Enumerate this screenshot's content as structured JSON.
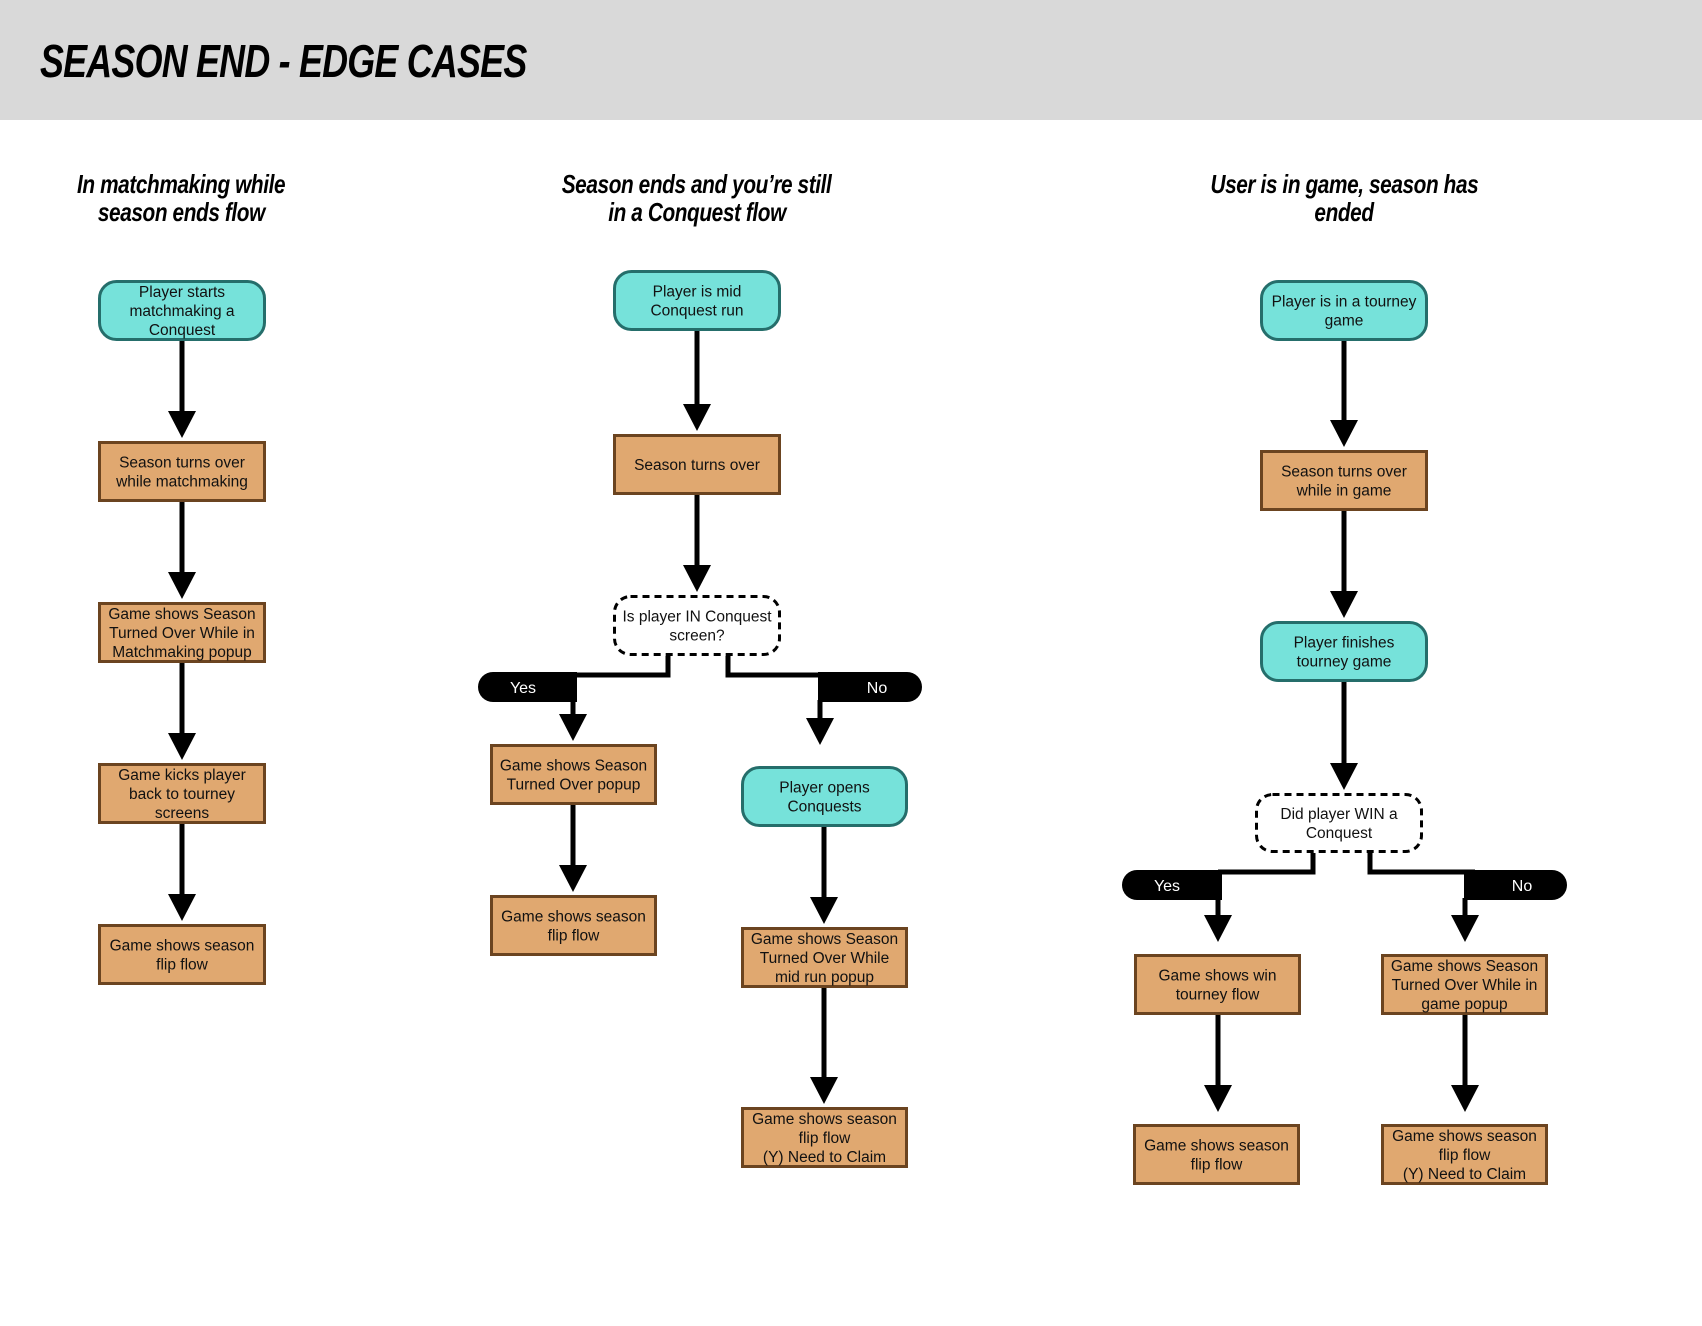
{
  "header": {
    "title": "SEASON END - EDGE CASES"
  },
  "colors": {
    "header_bg": "#D9D9D9",
    "start_fill": "#76E2DA",
    "start_border": "#256E6B",
    "step_fill": "#E0A870",
    "step_border": "#6B4420",
    "decision_fill": "#FFFFFF",
    "decision_border": "#000000",
    "connector": "#000000"
  },
  "flows": [
    {
      "id": "matchmaking",
      "heading": [
        "In matchmaking while",
        "season ends flow"
      ],
      "nodes": [
        {
          "id": "c1n1",
          "type": "start",
          "lines": [
            "Player starts",
            "matchmaking a",
            "Conquest"
          ]
        },
        {
          "id": "c1n2",
          "type": "step",
          "lines": [
            "Season turns over",
            "while matchmaking"
          ]
        },
        {
          "id": "c1n3",
          "type": "step",
          "lines": [
            "Game shows Season",
            "Turned Over While in",
            "Matchmaking popup"
          ]
        },
        {
          "id": "c1n4",
          "type": "step",
          "lines": [
            "Game kicks player",
            "back to tourney",
            "screens"
          ]
        },
        {
          "id": "c1n5",
          "type": "step",
          "lines": [
            "Game shows season",
            "flip flow"
          ]
        }
      ],
      "branches": []
    },
    {
      "id": "conquest",
      "heading": [
        "Season ends and you’re still",
        "in a Conquest flow"
      ],
      "nodes": [
        {
          "id": "c2n1",
          "type": "start",
          "lines": [
            "Player is mid",
            "Conquest run"
          ]
        },
        {
          "id": "c2n2",
          "type": "step",
          "lines": [
            "Season turns over"
          ]
        },
        {
          "id": "c2d",
          "type": "decision",
          "lines": [
            "Is player IN Conquest",
            "screen?"
          ]
        },
        {
          "id": "c2y1",
          "type": "step",
          "lines": [
            "Game shows Season",
            "Turned Over popup"
          ]
        },
        {
          "id": "c2y2",
          "type": "step",
          "lines": [
            "Game shows season",
            "flip flow"
          ]
        },
        {
          "id": "c2n3",
          "type": "start",
          "lines": [
            "Player opens",
            "Conquests"
          ]
        },
        {
          "id": "c2n4",
          "type": "step",
          "lines": [
            "Game shows Season",
            "Turned Over While",
            "mid run popup"
          ]
        },
        {
          "id": "c2n5",
          "type": "step",
          "lines": [
            "Game shows season",
            "flip flow",
            "(Y) Need to Claim"
          ]
        }
      ],
      "branches": [
        {
          "id": "c2-yes",
          "label": "Yes"
        },
        {
          "id": "c2-no",
          "label": "No"
        }
      ]
    },
    {
      "id": "ingame",
      "heading": [
        "User is in game, season has",
        "ended"
      ],
      "nodes": [
        {
          "id": "c3n1",
          "type": "start",
          "lines": [
            "Player is in a tourney",
            "game"
          ]
        },
        {
          "id": "c3n2",
          "type": "step",
          "lines": [
            "Season turns over",
            "while in game"
          ]
        },
        {
          "id": "c3n3",
          "type": "start",
          "lines": [
            "Player finishes",
            "tourney game"
          ]
        },
        {
          "id": "c3d",
          "type": "decision",
          "lines": [
            "Did player WIN a",
            "Conquest"
          ]
        },
        {
          "id": "c3y1",
          "type": "step",
          "lines": [
            "Game shows win",
            "tourney flow"
          ]
        },
        {
          "id": "c3y2",
          "type": "step",
          "lines": [
            "Game shows season",
            "flip flow"
          ]
        },
        {
          "id": "c3no1",
          "type": "step",
          "lines": [
            "Game shows Season",
            "Turned Over While in",
            "game popup"
          ]
        },
        {
          "id": "c3no2",
          "type": "step",
          "lines": [
            "Game shows season",
            "flip flow",
            "(Y) Need to Claim"
          ]
        }
      ],
      "branches": [
        {
          "id": "c3-yes",
          "label": "Yes"
        },
        {
          "id": "c3-no",
          "label": "No"
        }
      ]
    }
  ]
}
